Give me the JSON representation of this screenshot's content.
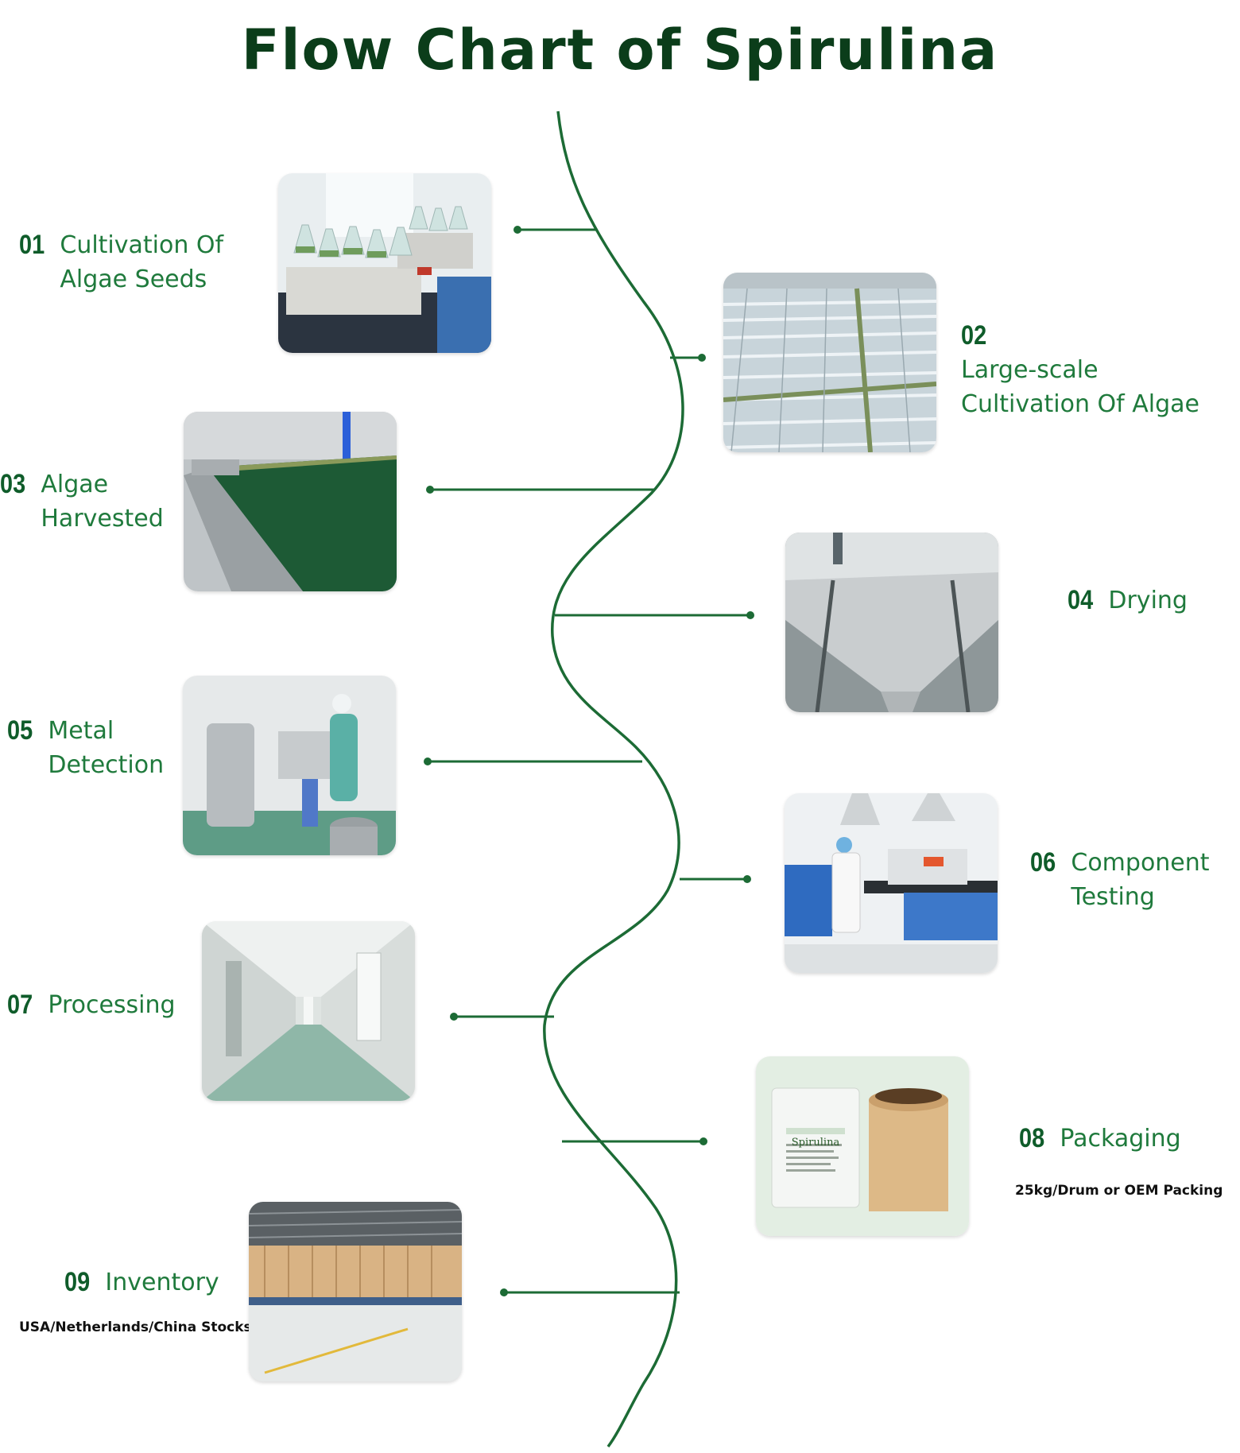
{
  "title": "Flow Chart of Spirulina",
  "colors": {
    "title": "#0b3d1a",
    "curve": "#1c6b35",
    "label": "#1f7a3c",
    "number": "#0f5c2a"
  },
  "steps": [
    {
      "num": "01",
      "label": "Cultivation Of\nAlgae Seeds",
      "photo": "lab-flasks-photo"
    },
    {
      "num": "02",
      "label": "Large-scale\nCultivation Of Algae",
      "photo": "greenhouse-field-photo"
    },
    {
      "num": "03",
      "label": "Algae\nHarvested",
      "photo": "harvest-conveyor-photo"
    },
    {
      "num": "04",
      "label": "Drying",
      "photo": "spray-dryer-photo"
    },
    {
      "num": "05",
      "label": "Metal\nDetection",
      "photo": "metal-detector-photo"
    },
    {
      "num": "06",
      "label": "Component\nTesting",
      "photo": "testing-lab-photo"
    },
    {
      "num": "07",
      "label": "Processing",
      "photo": "clean-corridor-photo"
    },
    {
      "num": "08",
      "label": "Packaging",
      "photo": "spirulina-package-photo",
      "sub": "25kg/Drum or OEM Packing"
    },
    {
      "num": "09",
      "label": "Inventory",
      "photo": "warehouse-photo",
      "sub": "USA/Netherlands/China Stocks"
    }
  ],
  "package_text": "Spirulina"
}
